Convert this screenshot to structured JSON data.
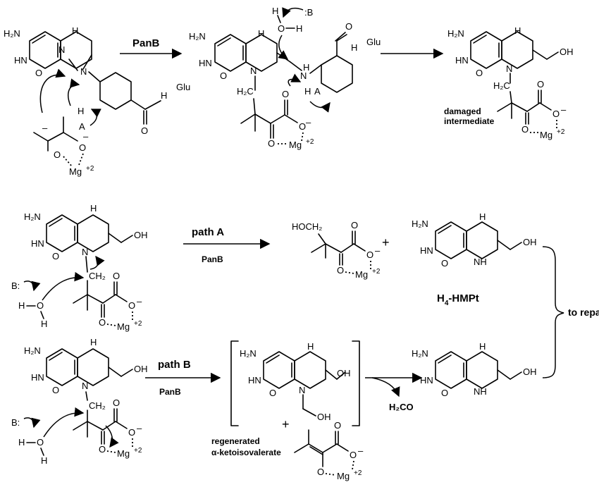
{
  "reactions": {
    "top_enzyme": "PanB",
    "path_a_label": "path A",
    "path_a_enzyme": "PanB",
    "path_b_label": "path B",
    "path_b_enzyme": "PanB",
    "plus_a": "+",
    "plus_b": "+",
    "to_repair": "to repair"
  },
  "labels": {
    "damaged_line1": "damaged",
    "damaged_line2": "intermediate",
    "h4hmpt_main": "H",
    "h4hmpt_sub": "4",
    "h4hmpt_rest": "-HMPt",
    "formaldehyde": "H₂CO",
    "regenerated_line1": "regenerated",
    "regenerated_line2": "α-ketoisovalerate"
  },
  "atoms": {
    "H2N": "H₂N",
    "HN": "HN",
    "NH": "NH",
    "N": "N",
    "H": "H",
    "O": "O",
    "OH": "OH",
    "Glu": "Glu",
    "Mg": "Mg",
    "charge_mg": "+2",
    "minus": "–",
    "base": ":B",
    "base_left": "B:",
    "acid_A": "A",
    "ch2": "CH₂",
    "hoch2": "HOCH₂",
    "h2c": "H₂C"
  }
}
